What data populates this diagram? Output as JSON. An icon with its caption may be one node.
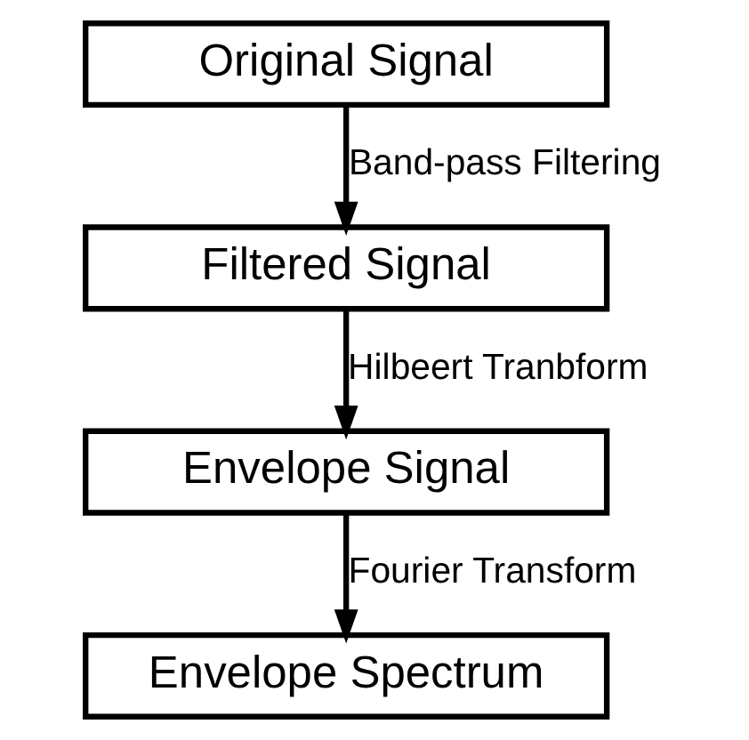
{
  "diagram": {
    "nodes": [
      {
        "text": [
          "Original Signal"
        ]
      },
      {
        "text": [
          "Filtered Signal"
        ]
      },
      {
        "text": [
          "Envelope Signal"
        ]
      },
      {
        "text": [
          "Envelope Spectrum"
        ]
      }
    ],
    "edges": [
      {
        "from": 0,
        "to": 1,
        "arrow": "to",
        "label": "Band-pass Filtering"
      },
      {
        "from": 1,
        "to": 2,
        "arrow": "to",
        "label": "Hilbeert Tranbform"
      },
      {
        "from": 2,
        "to": 3,
        "arrow": "to",
        "label": "Fourier Transform"
      }
    ]
  }
}
